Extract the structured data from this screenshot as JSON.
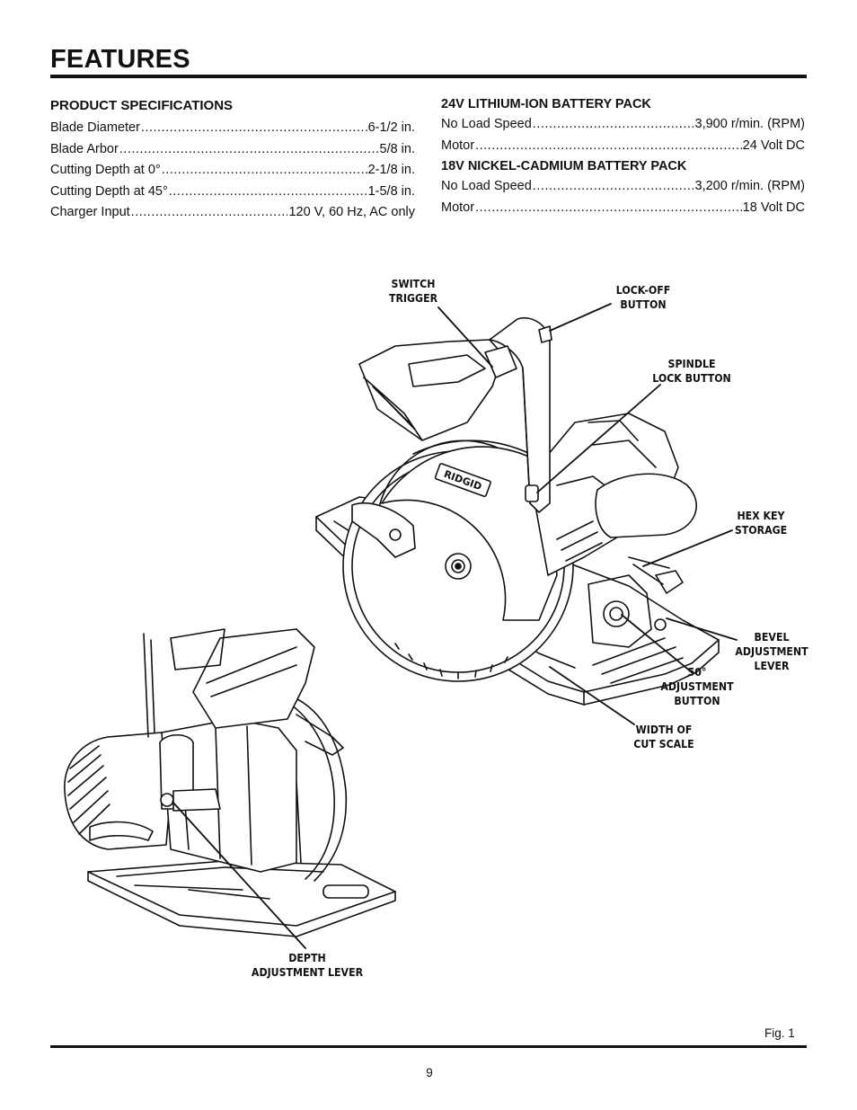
{
  "title": "FEATURES",
  "product_specifications": {
    "heading": "PRODUCT SPECIFICATIONS",
    "rows": [
      {
        "label": "Blade Diameter",
        "value": "6-1/2 in."
      },
      {
        "label": "Blade Arbor",
        "value": "5/8 in."
      },
      {
        "label": "Cutting Depth at 0°",
        "value": "2-1/8 in."
      },
      {
        "label": "Cutting Depth at 45°",
        "value": "1-5/8 in."
      },
      {
        "label": "Charger Input",
        "value": "120 V, 60 Hz, AC only"
      }
    ]
  },
  "battery_24v": {
    "heading": "24V LITHIUM-ION BATTERY PACK",
    "rows": [
      {
        "label": "No Load Speed",
        "value": "3,900 r/min. (RPM)"
      },
      {
        "label": "Motor",
        "value": "24 Volt DC"
      }
    ]
  },
  "battery_18v": {
    "heading": "18V NICKEL-CADMIUM BATTERY PACK",
    "rows": [
      {
        "label": "No Load Speed",
        "value": "3,200 r/min. (RPM)"
      },
      {
        "label": "Motor",
        "value": "18 Volt DC"
      }
    ]
  },
  "callouts": {
    "switch_trigger": "SWITCH\nTRIGGER",
    "lock_off_button": "LOCK-OFF\nBUTTON",
    "spindle_lock_button": "SPINDLE\nLOCK BUTTON",
    "hex_key_storage": "HEX KEY\nSTORAGE",
    "bevel_adjustment_lever": "BEVEL\nADJUSTMENT\nLEVER",
    "adjustment_button_50": "50°\nADJUSTMENT\nBUTTON",
    "width_of_cut_scale": "WIDTH OF\nCUT SCALE",
    "depth_adjustment_lever": "DEPTH\nADJUSTMENT LEVER"
  },
  "brand_logo_text": "RIDGID",
  "figure_label": "Fig. 1",
  "page_number": "9"
}
